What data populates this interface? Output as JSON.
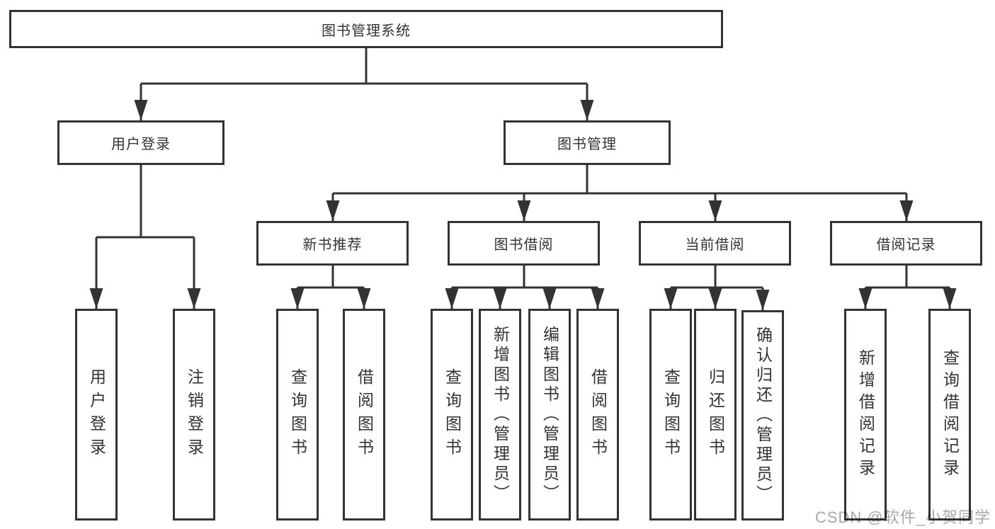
{
  "nodes": {
    "root": "图书管理系统",
    "user_login": "用户登录",
    "book_mgmt": "图书管理",
    "new_book_rec": "新书推荐",
    "book_borrow": "图书借阅",
    "current_borrow": "当前借阅",
    "borrow_records": "借阅记录",
    "leaves": {
      "ul_login": "用户登录",
      "ul_logout": "注销登录",
      "nb_query": "查询图书",
      "nb_borrow": "借阅图书",
      "bb_query": "查询图书",
      "bb_add": "新增图书（管理员）",
      "bb_edit": "编辑图书（管理员）",
      "bb_borrow": "借阅图书",
      "cb_query": "查询图书",
      "cb_return": "归还图书",
      "cb_confirm": "确认归还（管理员）",
      "br_add": "新增借阅记录",
      "br_query": "查询借阅记录"
    }
  },
  "watermark": "CSDN @软件_小贺同学",
  "colors": {
    "line": "#333333",
    "box_background": "#ffffff",
    "text": "#333333",
    "watermark": "#a8a8a8"
  }
}
